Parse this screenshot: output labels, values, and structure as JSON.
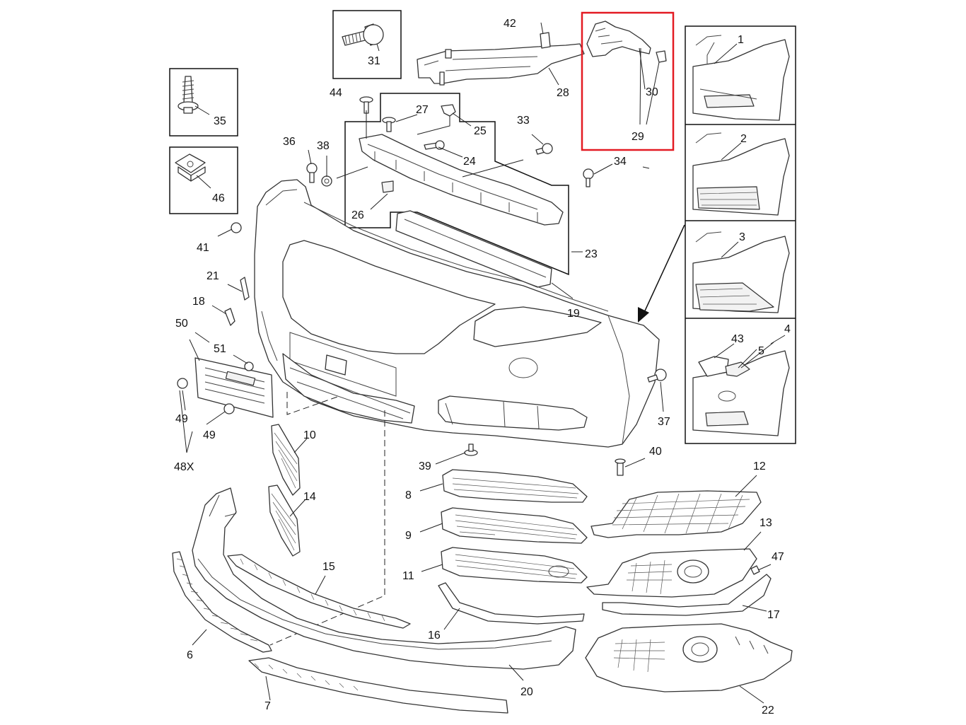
{
  "diagram": {
    "highlight_color": "#e31b23",
    "callouts": {
      "c1": "1",
      "c2": "2",
      "c3": "3",
      "c4": "4",
      "c5": "5",
      "c6": "6",
      "c7": "7",
      "c8": "8",
      "c9": "9",
      "c10": "10",
      "c11": "11",
      "c12": "12",
      "c13": "13",
      "c14": "14",
      "c15": "15",
      "c16": "16",
      "c17": "17",
      "c18": "18",
      "c19": "19",
      "c20": "20",
      "c21": "21",
      "c22": "22",
      "c23": "23",
      "c24": "24",
      "c25": "25",
      "c26": "26",
      "c27": "27",
      "c28": "28",
      "c29": "29",
      "c30": "30",
      "c31": "31",
      "c33": "33",
      "c34": "34",
      "c35": "35",
      "c36": "36",
      "c37": "37",
      "c38": "38",
      "c39": "39",
      "c40": "40",
      "c41": "41",
      "c42": "42",
      "c43": "43",
      "c44": "44",
      "c46": "46",
      "c47": "47",
      "c49a": "49",
      "c49b": "49",
      "c48x": "48X",
      "c50": "50",
      "c51": "51"
    }
  }
}
